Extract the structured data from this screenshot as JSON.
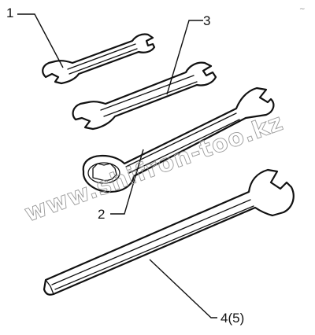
{
  "callouts": {
    "label_1": "1",
    "label_2": "2",
    "label_3": "3",
    "label_4": "4(5)"
  },
  "watermark": "www.shifron-too.kz",
  "corner_mark": "~",
  "colors": {
    "line": "#111111",
    "watermark": "#9a9a9a",
    "background": "#ffffff"
  }
}
